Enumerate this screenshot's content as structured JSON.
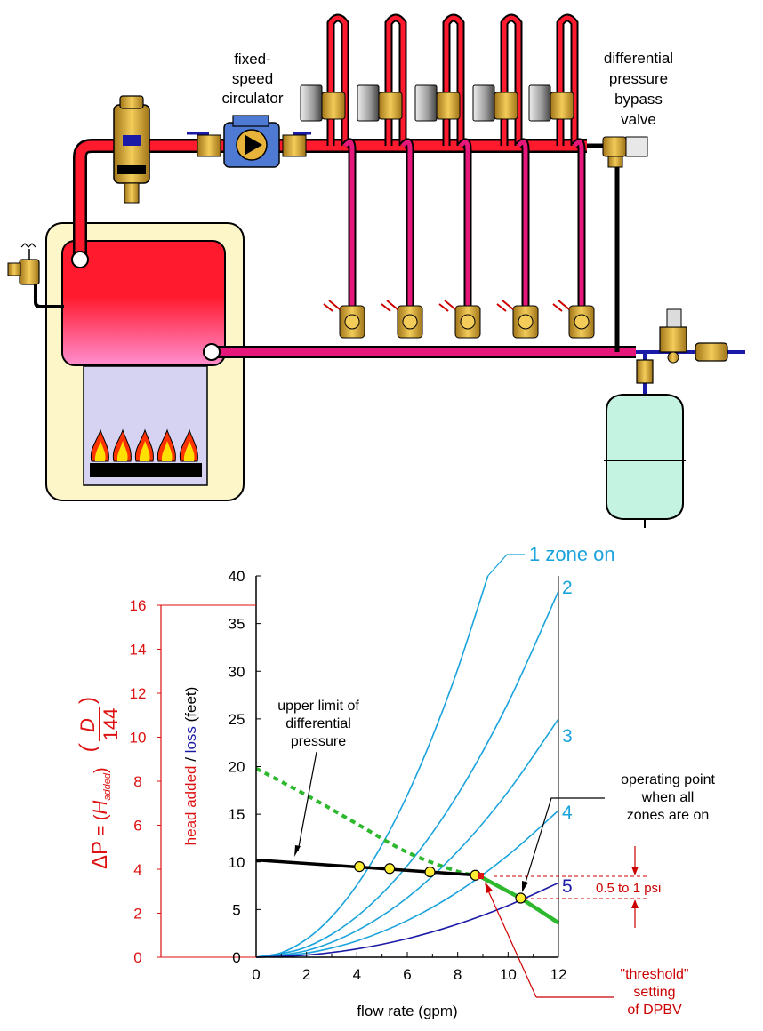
{
  "schematic": {
    "labels": {
      "circulator": [
        "fixed-",
        "speed",
        "circulator"
      ],
      "dpbv": [
        "differential",
        "pressure",
        "bypass",
        "valve"
      ]
    },
    "colors": {
      "supply_pipe": "#ff1a2e",
      "return_pipe": "#e6177a",
      "boiler_jacket": "#fdf6c8",
      "heat_exchanger_top": "#ff1a2e",
      "heat_exchanger_bottom": "#ff8fd0",
      "combustion_chamber": "#d6d2f2",
      "expansion_tank": "#c4f3e2",
      "brass": "#e8b33a"
    },
    "zone_count": 5
  },
  "chart_data": {
    "type": "line",
    "xlabel": "flow rate (gpm)",
    "ylabel_parts": [
      "head added",
      " / ",
      "loss",
      " (feet)"
    ],
    "xlim": [
      0,
      12
    ],
    "ylim": [
      0,
      40
    ],
    "xticks": [
      0,
      2,
      4,
      6,
      8,
      10,
      12
    ],
    "yticks": [
      0,
      5,
      10,
      15,
      20,
      25,
      30,
      35,
      40
    ],
    "psi_ticks": [
      0,
      2,
      4,
      6,
      8,
      10,
      12,
      14,
      16
    ],
    "psi_formula": {
      "lhs": "ΔP",
      "eq": " = (",
      "H": "H",
      "sub": "added",
      "rhs": ")",
      "frac_num": "D",
      "frac_den": "144"
    },
    "series": [
      {
        "name": "1 zone on",
        "color": "#1aa3dc",
        "x": [
          0,
          1,
          2,
          3,
          4,
          5,
          6,
          7,
          8,
          9.2
        ],
        "y": [
          0,
          0.47,
          1.89,
          4.25,
          7.56,
          11.81,
          17.0,
          23.14,
          30.22,
          40.0
        ]
      },
      {
        "name": "2",
        "color": "#1aa3dc",
        "x": [
          0,
          2,
          4,
          6,
          8,
          10,
          12
        ],
        "y": [
          0,
          1.07,
          4.27,
          9.6,
          17.07,
          26.67,
          38.4
        ]
      },
      {
        "name": "3",
        "color": "#1aa3dc",
        "x": [
          0,
          2,
          4,
          6,
          8,
          10,
          12
        ],
        "y": [
          0,
          0.69,
          2.78,
          6.25,
          11.11,
          17.36,
          25.0
        ]
      },
      {
        "name": "4",
        "color": "#1aa3dc",
        "x": [
          0,
          2,
          4,
          6,
          8,
          10,
          12
        ],
        "y": [
          0,
          0.43,
          1.71,
          3.85,
          6.84,
          10.69,
          15.39
        ]
      },
      {
        "name": "5",
        "color": "#1a1aa6",
        "x": [
          0,
          2,
          4,
          6,
          8,
          10,
          12
        ],
        "y": [
          0,
          0.21,
          0.87,
          1.95,
          3.47,
          5.42,
          7.8
        ]
      }
    ],
    "pump_curve_limit": {
      "color": "#000000",
      "x": [
        0,
        8.8
      ],
      "y": [
        10.2,
        8.6
      ]
    },
    "pump_curve_dashed": {
      "color": "#2db82d",
      "x": [
        0,
        2,
        4,
        6,
        8,
        8.8
      ],
      "y": [
        19.8,
        17.0,
        14.0,
        11.0,
        9.0,
        8.6
      ]
    },
    "pump_curve_active": {
      "color": "#2db82d",
      "x": [
        8.8,
        10.5,
        12
      ],
      "y": [
        8.6,
        6.2,
        3.6
      ]
    },
    "intersection_points": [
      [
        4.1,
        9.5
      ],
      [
        5.3,
        9.3
      ],
      [
        6.9,
        8.95
      ],
      [
        8.7,
        8.6
      ],
      [
        10.5,
        6.2
      ]
    ],
    "annotations": {
      "upper_limit": [
        "upper limit of",
        "differential",
        "pressure"
      ],
      "operating_point": [
        "operating point",
        "when all",
        "zones are on"
      ],
      "psi_range": "0.5 to 1 psi",
      "threshold": [
        "\"threshold\"",
        "setting",
        "of DPBV"
      ]
    },
    "colors": {
      "psi_axis": "#dd1111",
      "loss_word": "#1a1aa6",
      "annotation_red": "#cc0000"
    }
  }
}
